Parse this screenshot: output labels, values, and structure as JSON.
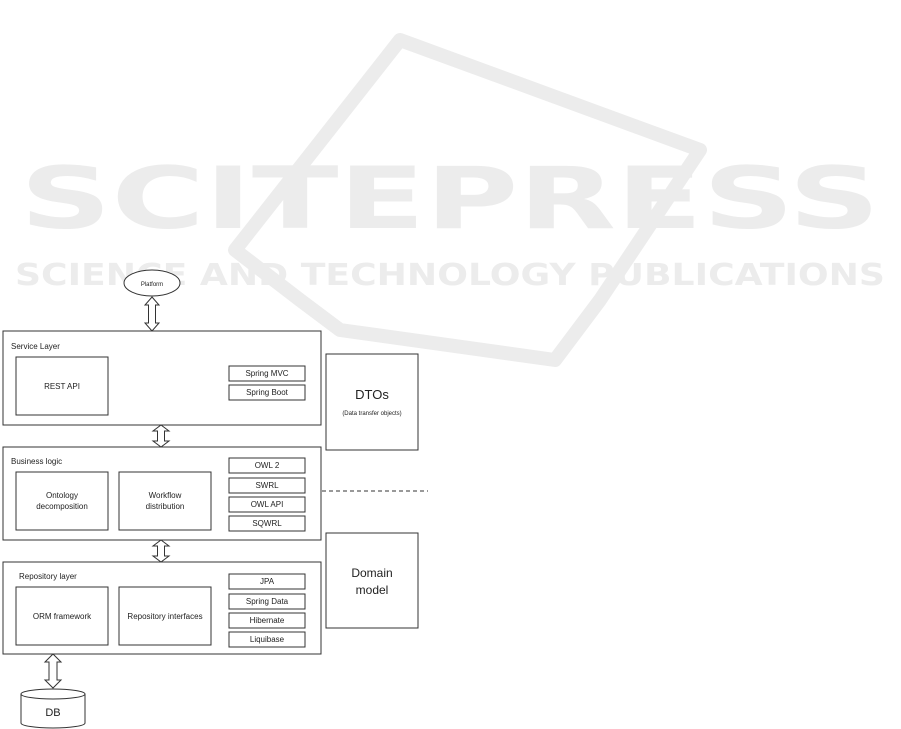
{
  "watermark": {
    "title": "SCITEPRESS",
    "subtitle": "SCIENCE AND TECHNOLOGY PUBLICATIONS"
  },
  "platform": {
    "label": "Platform"
  },
  "service_layer": {
    "title": "Service Layer",
    "component": "REST API",
    "technologies": [
      "Spring MVC",
      "Spring Boot"
    ]
  },
  "business_logic": {
    "title": "Business logic",
    "components": [
      {
        "line1": "Ontology",
        "line2": "decomposition"
      },
      {
        "line1": "Workflow",
        "line2": "distribution"
      }
    ],
    "technologies": [
      "OWL 2",
      "SWRL",
      "OWL API",
      "SQWRL"
    ]
  },
  "repository_layer": {
    "title": "Repository layer",
    "components": [
      "ORM framework",
      "Repository interfaces"
    ],
    "technologies": [
      "JPA",
      "Spring Data",
      "Hibernate",
      "Liquibase"
    ]
  },
  "dtos": {
    "title": "DTOs",
    "subtitle": "(Data transfer objects)"
  },
  "domain_model": {
    "line1": "Domain",
    "line2": "model"
  },
  "db": {
    "label": "DB"
  }
}
